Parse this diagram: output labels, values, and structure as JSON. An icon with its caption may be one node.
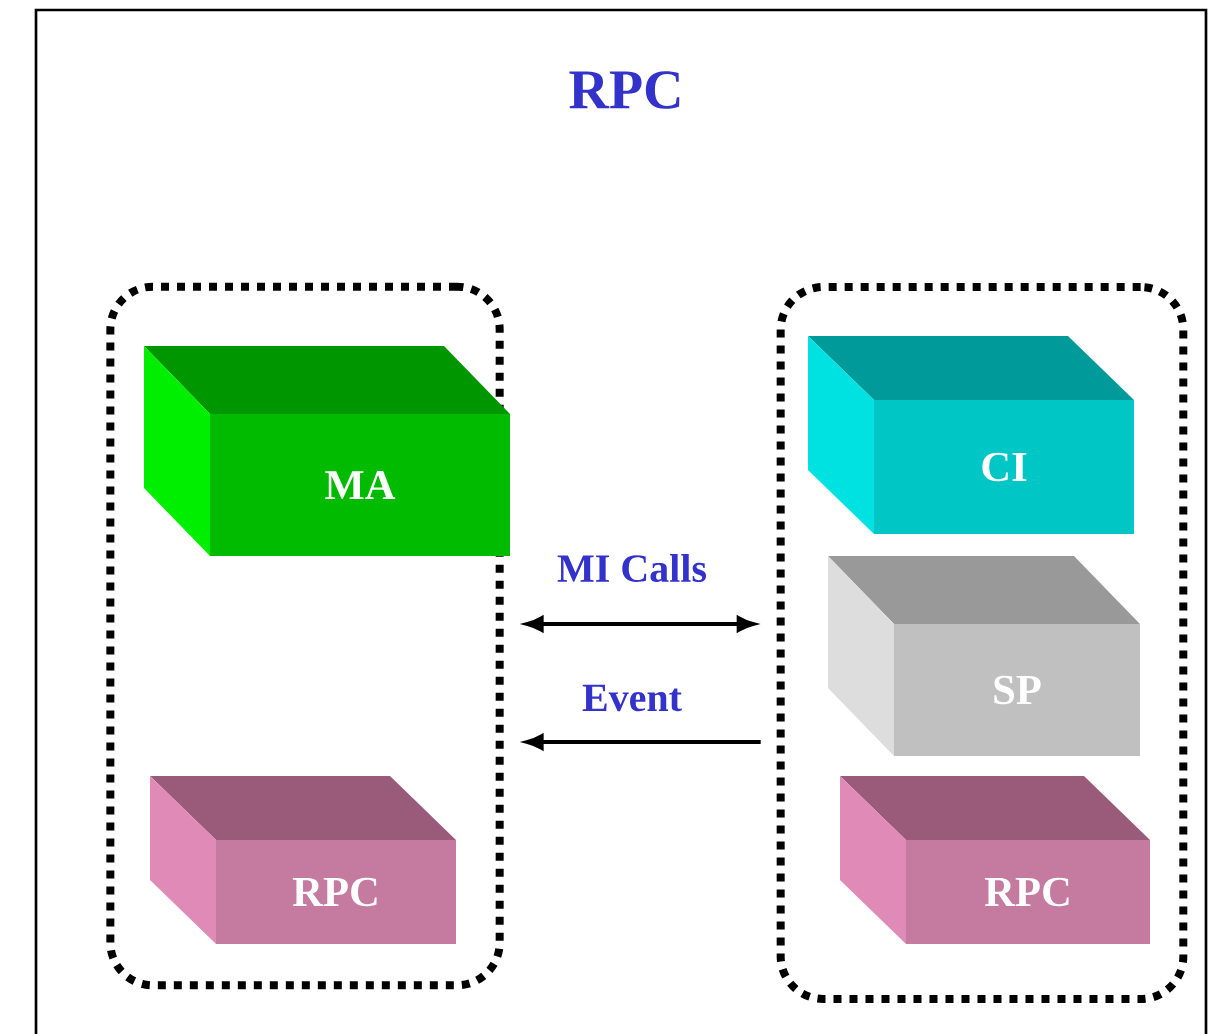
{
  "diagram": {
    "title": "RPC",
    "nodes": [
      {
        "text": [],
        "shape": "box"
      },
      {
        "text": [
          "MA"
        ],
        "in": 0
      },
      {
        "text": [
          "RPC"
        ],
        "in": 0
      },
      {
        "text": [],
        "shape": "box"
      },
      {
        "text": [
          "CI"
        ],
        "in": 3
      },
      {
        "text": [
          "SP"
        ],
        "in": 3
      },
      {
        "text": [
          "RPC"
        ],
        "in": 3
      }
    ],
    "edges": [
      {
        "from": 0,
        "to": 3,
        "arrow": "both",
        "label": "MI Calls"
      },
      {
        "from": 3,
        "to": 0,
        "arrow": "to",
        "label": "Event"
      }
    ]
  }
}
